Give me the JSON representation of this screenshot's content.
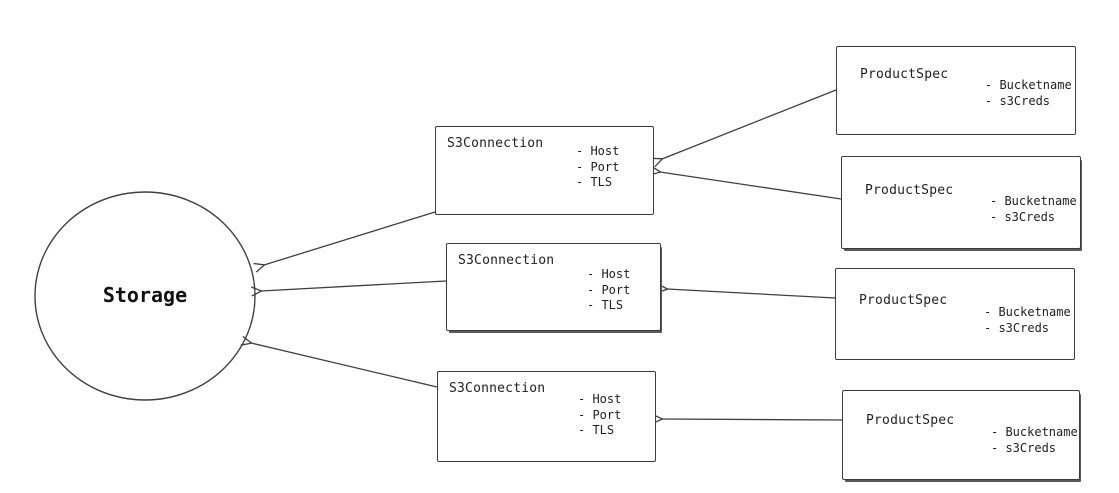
{
  "diagram": {
    "colors": {
      "stroke": "#3f3f3f",
      "background": "#ffffff",
      "text": "#1f1f1f"
    },
    "storage": {
      "label": "Storage"
    },
    "s3_connections": [
      {
        "label": "S3Connection",
        "attributes": [
          "- Host",
          "- Port",
          "- TLS"
        ]
      },
      {
        "label": "S3Connection",
        "attributes": [
          "- Host",
          "- Port",
          "- TLS"
        ]
      },
      {
        "label": "S3Connection",
        "attributes": [
          "- Host",
          "- Port",
          "- TLS"
        ]
      }
    ],
    "product_specs": [
      {
        "label": "ProductSpec",
        "attributes": [
          "- Bucketname",
          "- s3Creds"
        ]
      },
      {
        "label": "ProductSpec",
        "attributes": [
          "- Bucketname",
          "- s3Creds"
        ]
      },
      {
        "label": "ProductSpec",
        "attributes": [
          "- Bucketname",
          "- s3Creds"
        ]
      },
      {
        "label": "ProductSpec",
        "attributes": [
          "- Bucketname",
          "- s3Creds"
        ]
      }
    ]
  }
}
